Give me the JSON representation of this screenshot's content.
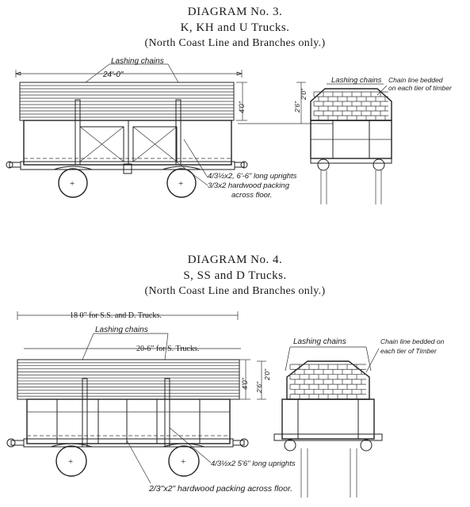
{
  "diagram3": {
    "title": "DIAGRAM No. 3.",
    "subtitle": "K, KH and U Trucks.",
    "note": "(North Coast Line and Branches only.)",
    "labels": {
      "lashing_chains_side": "Lashing chains",
      "length": "24'-0\"",
      "height_side": "4'0\"",
      "lashing_chains_end": "Lashing chains",
      "chain_line": "Chain line bedded",
      "chain_line_2": "on each tier of timber",
      "height_end_a": "2'6\"",
      "height_end_b": "2'0\"",
      "uprights": "4/3½x2, 6'-6\" long uprights",
      "packing": "3/3x2 hardwood packing",
      "packing_2": "across floor."
    }
  },
  "diagram4": {
    "title": "DIAGRAM No. 4.",
    "subtitle": "S, SS and D Trucks.",
    "note": "(North Coast Line and Branches only.)",
    "labels": {
      "length_long": "18 0\" for S.S. and D. Trucks.",
      "lashing_chains_side": "Lashing chains",
      "length_short": "20-6\" for S. Trucks.",
      "height_side": "4'0\"",
      "lashing_chains_end": "Lashing chains",
      "chain_line": "Chain line bedded on",
      "chain_line_2": "each tier of Timber",
      "height_end_a": "2'6\"",
      "height_end_b": "2'0\"",
      "uprights": "4/3½x2 5'6\" long uprights",
      "packing": "2/3\"x2\" hardwood packing across floor."
    }
  }
}
